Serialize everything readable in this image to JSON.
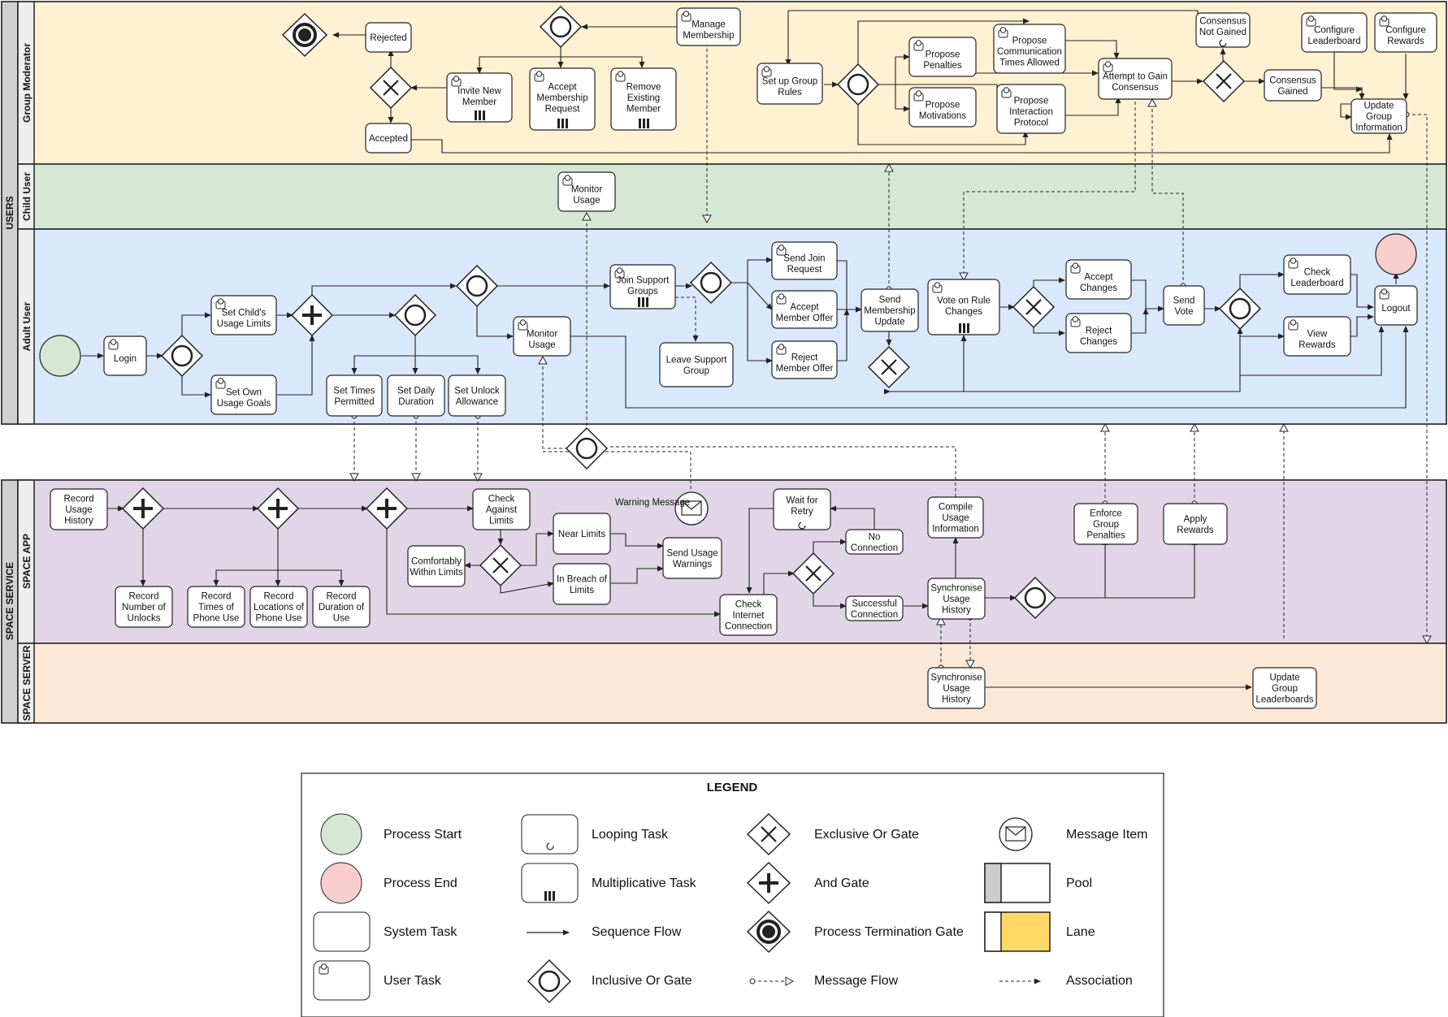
{
  "pools": {
    "users": "USERS",
    "space_service": "SPACE SERVICE"
  },
  "lanes": {
    "group_moderator": "Group Moderator",
    "child_user": "Child User",
    "adult_user": "Adult User",
    "space_app": "SPACE APP",
    "space_server": "SPACE SERVER"
  },
  "colors": {
    "moderator_lane": "#FFF1D1",
    "child_lane": "#D5E8D4",
    "adult_lane": "#DAE8FC",
    "app_lane": "#E1D5E7",
    "server_lane": "#FCE8D6",
    "process_start": "#D5E8D4",
    "process_end": "#F8CECC",
    "lane_swatch": "#FFD966"
  },
  "tasks": {
    "rejected": "Rejected",
    "accepted": "Accepted",
    "invite_new_member": "Invite New\nMember",
    "accept_membership_request": "Accept\nMembership\nRequest",
    "remove_existing_member": "Remove\nExisting\nMember",
    "manage_membership": "Manage\nMembership",
    "set_up_group_rules": "Set up Group\nRules",
    "propose_penalties": "Propose\nPenalties",
    "propose_motivations": "Propose\nMotivations",
    "propose_communication": "Propose\nCommunication\nTimes Allowed",
    "propose_interaction": "Propose\nInteraction\nProtocol",
    "attempt_consensus": "Attempt to Gain\nConsensus",
    "consensus_not_gained": "Consensus\nNot Gained",
    "consensus_gained": "Consensus\nGained",
    "configure_leaderboard": "Configure\nLeaderboard",
    "configure_rewards": "Configure\nRewards",
    "update_group_info": "Update\nGroup\nInformation",
    "monitor_usage_child": "Monitor\nUsage",
    "login": "Login",
    "set_childs_limits": "Set Child's\nUsage Limits",
    "set_own_goals": "Set Own\nUsage Goals",
    "set_times_permitted": "Set Times\nPermitted",
    "set_daily_duration": "Set Daily\nDuration",
    "set_unlock_allowance": "Set Unlock\nAllowance",
    "monitor_usage_adult": "Monitor\nUsage",
    "join_support_groups": "Join Support\nGroups",
    "leave_support_group": "Leave Support\nGroup",
    "send_join_request": "Send Join\nRequest",
    "accept_member_offer": "Accept\nMember Offer",
    "reject_member_offer": "Reject\nMember Offer",
    "send_membership_update": "Send\nMembership\nUpdate",
    "vote_on_rule_changes": "Vote on Rule\nChanges",
    "accept_changes": "Accept\nChanges",
    "reject_changes": "Reject\nChanges",
    "send_vote": "Send\nVote",
    "check_leaderboard": "Check\nLeaderboard",
    "view_rewards": "View\nRewards",
    "logout": "Logout",
    "record_usage_history": "Record\nUsage\nHistory",
    "record_unlocks": "Record\nNumber of\nUnlocks",
    "record_times": "Record\nTimes of\nPhone Use",
    "record_locations": "Record\nLocations of\nPhone Use",
    "record_duration": "Record\nDuration of\nUse",
    "check_against_limits": "Check\nAgainst\nLimits",
    "comfortably_within": "Comfortably\nWithin Limits",
    "near_limits": "Near Limits",
    "in_breach": "In Breach of\nLimits",
    "send_usage_warnings": "Send Usage\nWarnings",
    "warning_message": "Warning\nMessage",
    "wait_for_retry": "Wait for\nRetry",
    "check_internet": "Check\nInternet\nConnection",
    "no_connection": "No\nConnection",
    "successful_connection": "Successful\nConnection",
    "compile_usage": "Compile\nUsage\nInformation",
    "sync_usage_app": "Synchronise\nUsage\nHistory",
    "enforce_penalties": "Enforce\nGroup\nPenalties",
    "apply_rewards": "Apply\nRewards",
    "sync_usage_server": "Synchronise\nUsage\nHistory",
    "update_leaderboards": "Update\nGroup\nLeaderboards"
  },
  "legend": {
    "title": "LEGEND",
    "process_start": "Process Start",
    "process_end": "Process End",
    "system_task": "System Task",
    "user_task": "User Task",
    "looping_task": "Looping Task",
    "multiplicative_task": "Multiplicative Task",
    "sequence_flow": "Sequence Flow",
    "inclusive_or_gate": "Inclusive Or Gate",
    "exclusive_or_gate": "Exclusive Or Gate",
    "and_gate": "And Gate",
    "process_termination_gate": "Process Termination Gate",
    "message_flow": "Message Flow",
    "message_item": "Message Item",
    "pool": "Pool",
    "lane": "Lane",
    "association": "Association"
  }
}
